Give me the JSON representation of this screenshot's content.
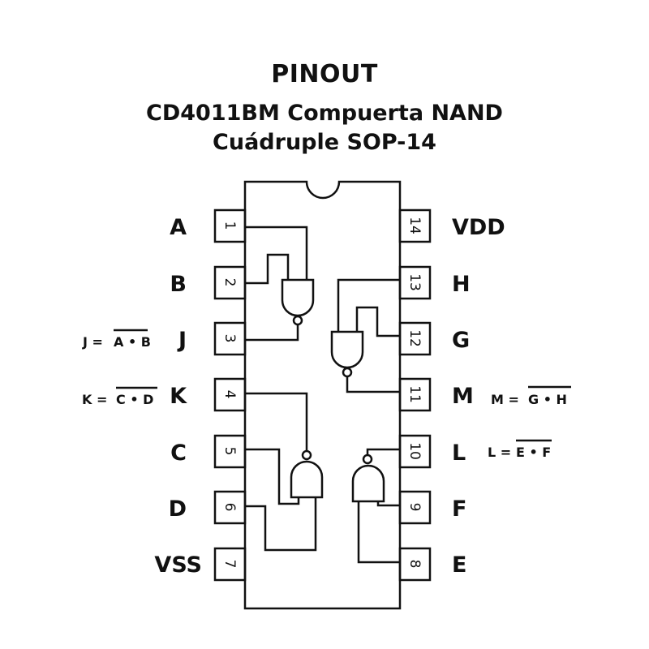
{
  "header": {
    "heading": "PINOUT",
    "title_line1": "CD4011BM Compuerta NAND",
    "title_line2": "Cuádruple SOP-14"
  },
  "chip": {
    "package": "SOP-14",
    "left_pins": [
      {
        "number": "1",
        "label": "A"
      },
      {
        "number": "2",
        "label": "B"
      },
      {
        "number": "3",
        "label": "J"
      },
      {
        "number": "4",
        "label": "K"
      },
      {
        "number": "5",
        "label": "C"
      },
      {
        "number": "6",
        "label": "D"
      },
      {
        "number": "7",
        "label": "VSS"
      }
    ],
    "right_pins": [
      {
        "number": "14",
        "label": "VDD"
      },
      {
        "number": "13",
        "label": "H"
      },
      {
        "number": "12",
        "label": "G"
      },
      {
        "number": "11",
        "label": "M"
      },
      {
        "number": "10",
        "label": "L"
      },
      {
        "number": "9",
        "label": "F"
      },
      {
        "number": "8",
        "label": "E"
      }
    ]
  },
  "equations": [
    {
      "output": "J",
      "lhs": "J =",
      "rhs": "A • B",
      "side": "left"
    },
    {
      "output": "K",
      "lhs": "K =",
      "rhs": "C • D",
      "side": "left"
    },
    {
      "output": "M",
      "lhs": "M =",
      "rhs": "G • H",
      "side": "right"
    },
    {
      "output": "L",
      "lhs": "L =",
      "rhs": "E • F",
      "side": "right"
    }
  ]
}
